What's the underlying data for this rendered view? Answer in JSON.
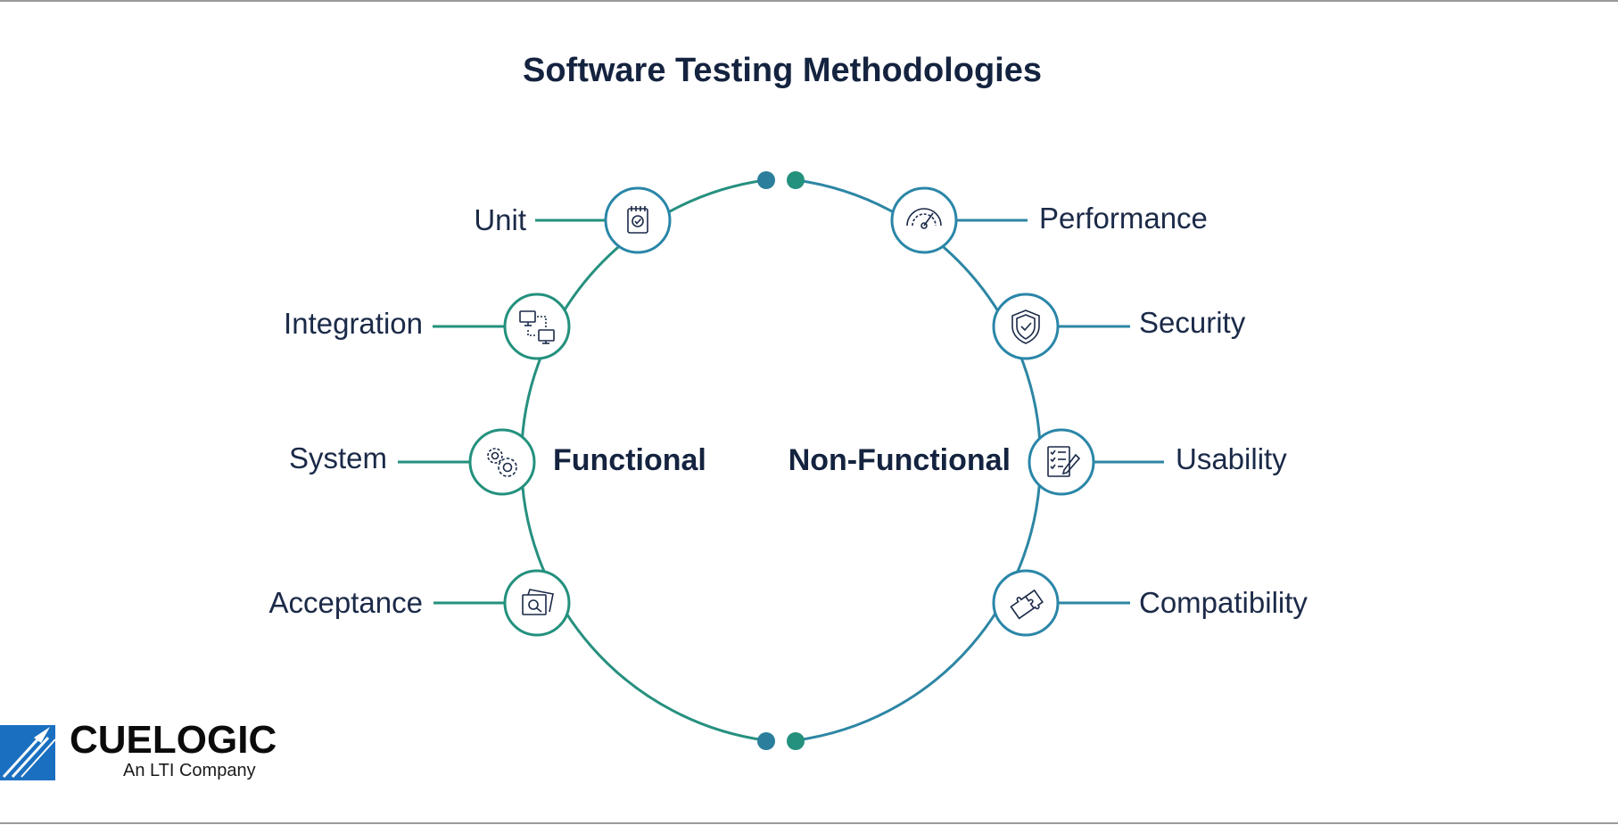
{
  "title": "Software Testing Methodologies",
  "groups": {
    "functional": "Functional",
    "non_functional": "Non-Functional"
  },
  "functional_items": [
    {
      "label": "Unit",
      "icon": "clipboard-check-icon"
    },
    {
      "label": "Integration",
      "icon": "connected-monitors-icon"
    },
    {
      "label": "System",
      "icon": "gears-icon"
    },
    {
      "label": "Acceptance",
      "icon": "magnifier-documents-icon"
    }
  ],
  "non_functional_items": [
    {
      "label": "Performance",
      "icon": "speedometer-icon"
    },
    {
      "label": "Security",
      "icon": "shield-check-icon"
    },
    {
      "label": "Usability",
      "icon": "checklist-pencil-icon"
    },
    {
      "label": "Compatibility",
      "icon": "puzzle-icon"
    }
  ],
  "logo": {
    "name": "CUELOGIC",
    "tagline": "An LTI Company"
  },
  "colors": {
    "teal": "#1f9a7a",
    "blue": "#2f7fa3",
    "dark_navy": "#14233f",
    "logo_blue": "#1a6fc0"
  }
}
